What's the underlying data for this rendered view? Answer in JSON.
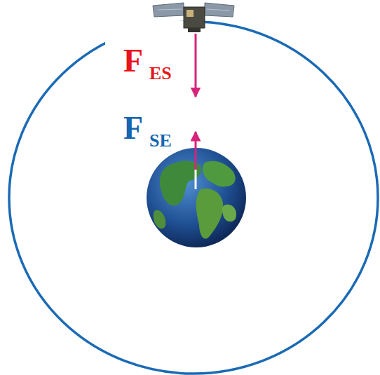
{
  "diagram": {
    "labels": [
      "F",
      "ES",
      "F",
      "SE"
    ]
  }
}
